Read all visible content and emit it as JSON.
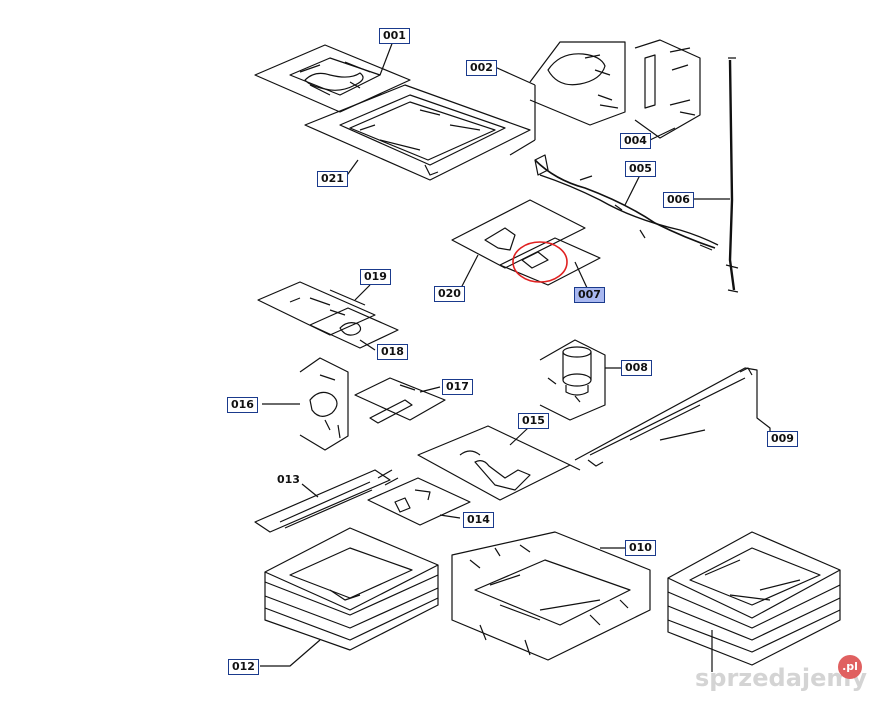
{
  "diagram": {
    "labels": {
      "p001": "001",
      "p002": "002",
      "p004": "004",
      "p005": "005",
      "p006": "006",
      "p007": "007",
      "p008": "008",
      "p009": "009",
      "p010": "010",
      "p012": "012",
      "p013": "013",
      "p014": "014",
      "p015": "015",
      "p016": "016",
      "p017": "017",
      "p018": "018",
      "p019": "019",
      "p020": "020",
      "p021": "021"
    },
    "highlight_label": "007",
    "highlight_color": "#a9b8f0",
    "circle_color": "#e02020",
    "label_border_color": "#1a3a8c"
  },
  "watermark": {
    "text": "sprzedajemy",
    "badge": ".pl"
  }
}
